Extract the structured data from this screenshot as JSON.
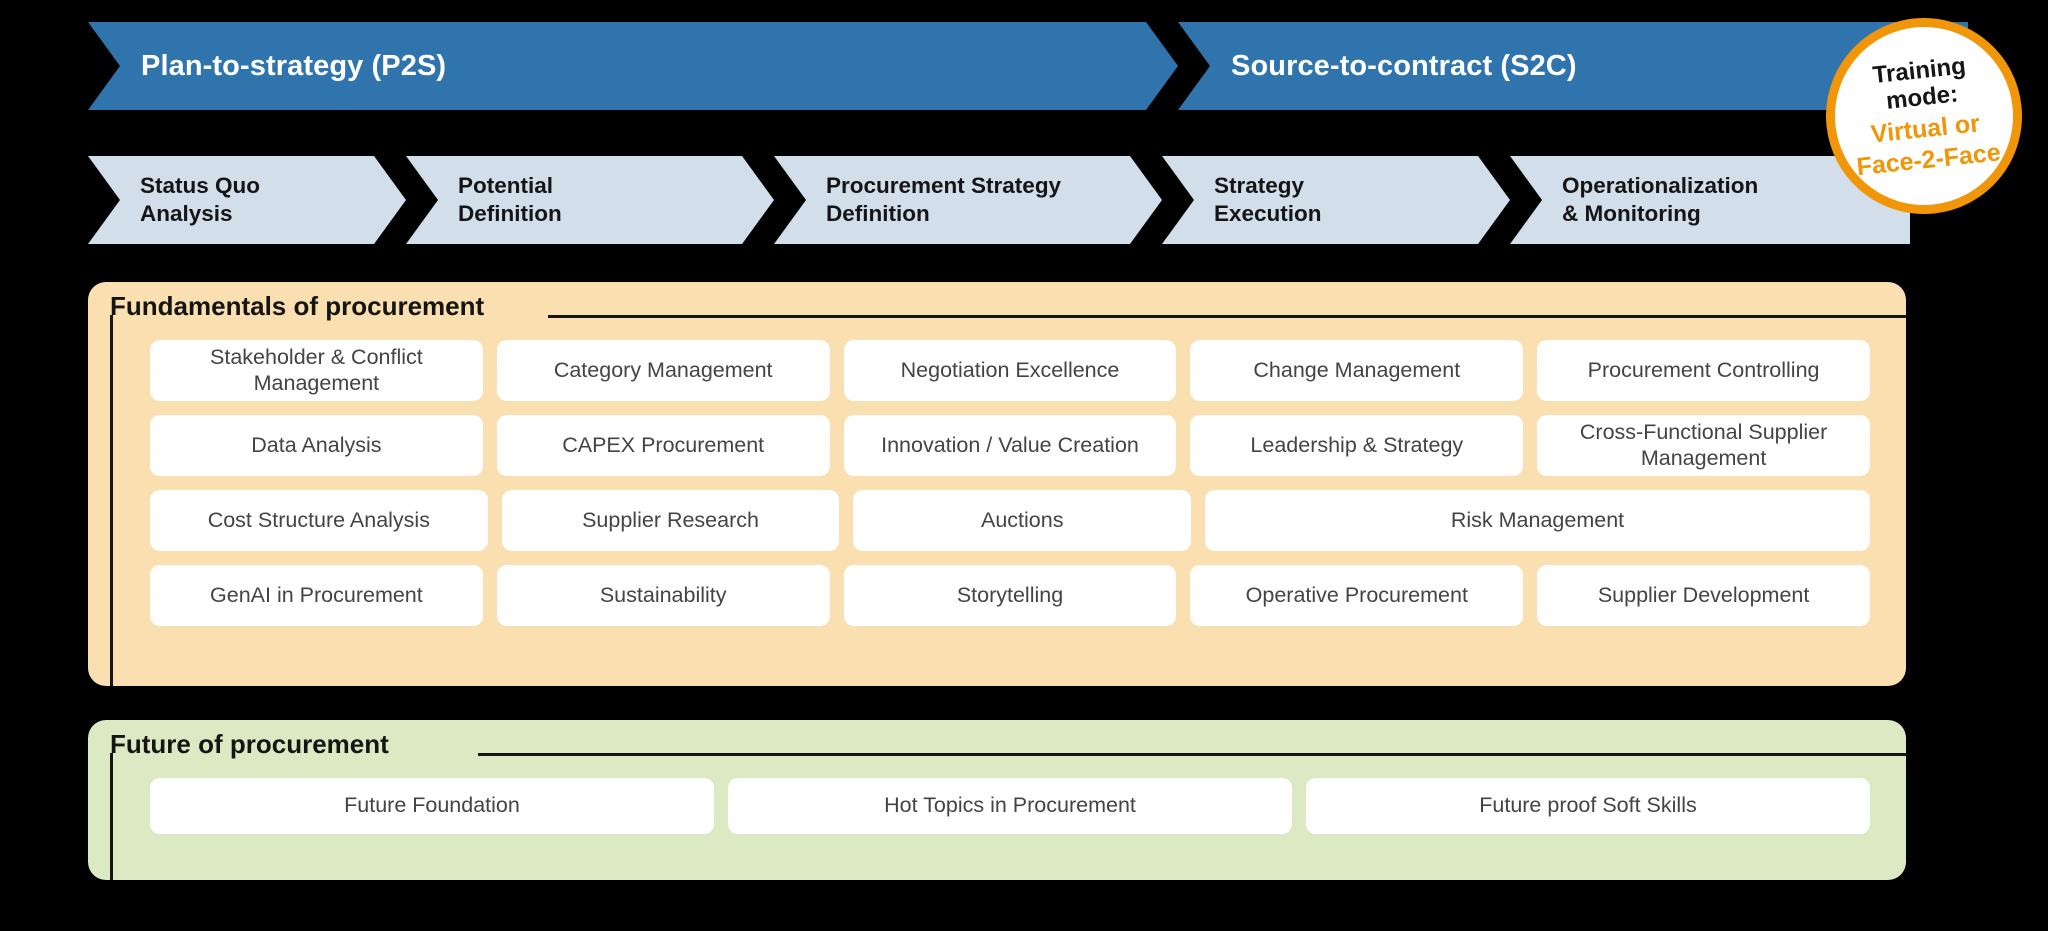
{
  "banners": [
    {
      "label": "Plan-to-strategy (P2S)"
    },
    {
      "label": "Source-to-contract (S2C)"
    }
  ],
  "phases": [
    {
      "line1": "Status Quo",
      "line2": "Analysis"
    },
    {
      "line1": "Potential",
      "line2": "Definition"
    },
    {
      "line1": "Procurement Strategy",
      "line2": "Definition"
    },
    {
      "line1": "Strategy",
      "line2": "Execution"
    },
    {
      "line1": "Operationalization",
      "line2": "& Monitoring"
    }
  ],
  "badge": {
    "line1": "Training",
    "line2": "mode:",
    "line3": "Virtual or",
    "line4": "Face-2-Face"
  },
  "sections": [
    {
      "title": "Fundamentals of procurement",
      "rows": [
        [
          {
            "label": "Stakeholder & Conflict Management",
            "span": 1
          },
          {
            "label": "Category Management",
            "span": 1
          },
          {
            "label": "Negotiation Excellence",
            "span": 1
          },
          {
            "label": "Change Management",
            "span": 1
          },
          {
            "label": "Procurement Controlling",
            "span": 1
          }
        ],
        [
          {
            "label": "Data Analysis",
            "span": 1
          },
          {
            "label": "CAPEX Procurement",
            "span": 1
          },
          {
            "label": "Innovation / Value Creation",
            "span": 1
          },
          {
            "label": "Leadership & Strategy",
            "span": 1
          },
          {
            "label": "Cross-Functional Supplier Management",
            "span": 1
          }
        ],
        [
          {
            "label": "Cost Structure Analysis",
            "span": 1
          },
          {
            "label": "Supplier Research",
            "span": 1
          },
          {
            "label": "Auctions",
            "span": 1
          },
          {
            "label": "Risk Management",
            "span": 2
          }
        ],
        [
          {
            "label": "GenAI in Procurement",
            "span": 1
          },
          {
            "label": "Sustainability",
            "span": 1
          },
          {
            "label": "Storytelling",
            "span": 1
          },
          {
            "label": "Operative Procurement",
            "span": 1
          },
          {
            "label": "Supplier Development",
            "span": 1
          }
        ]
      ]
    },
    {
      "title": "Future of procurement",
      "rows": [
        [
          {
            "label": "Future Foundation",
            "span": 1
          },
          {
            "label": "Hot Topics in Procurement",
            "span": 1
          },
          {
            "label": "Future proof Soft Skills",
            "span": 1
          }
        ]
      ]
    }
  ],
  "colors": {
    "banner_blue": "#2f74ac",
    "phase_blue": "#d2dfeb",
    "fundamentals_panel": "#fadfb0",
    "future_panel": "#dceac3",
    "badge_accent": "#f09608",
    "chip_white": "#ffffff",
    "background": "#000000"
  }
}
